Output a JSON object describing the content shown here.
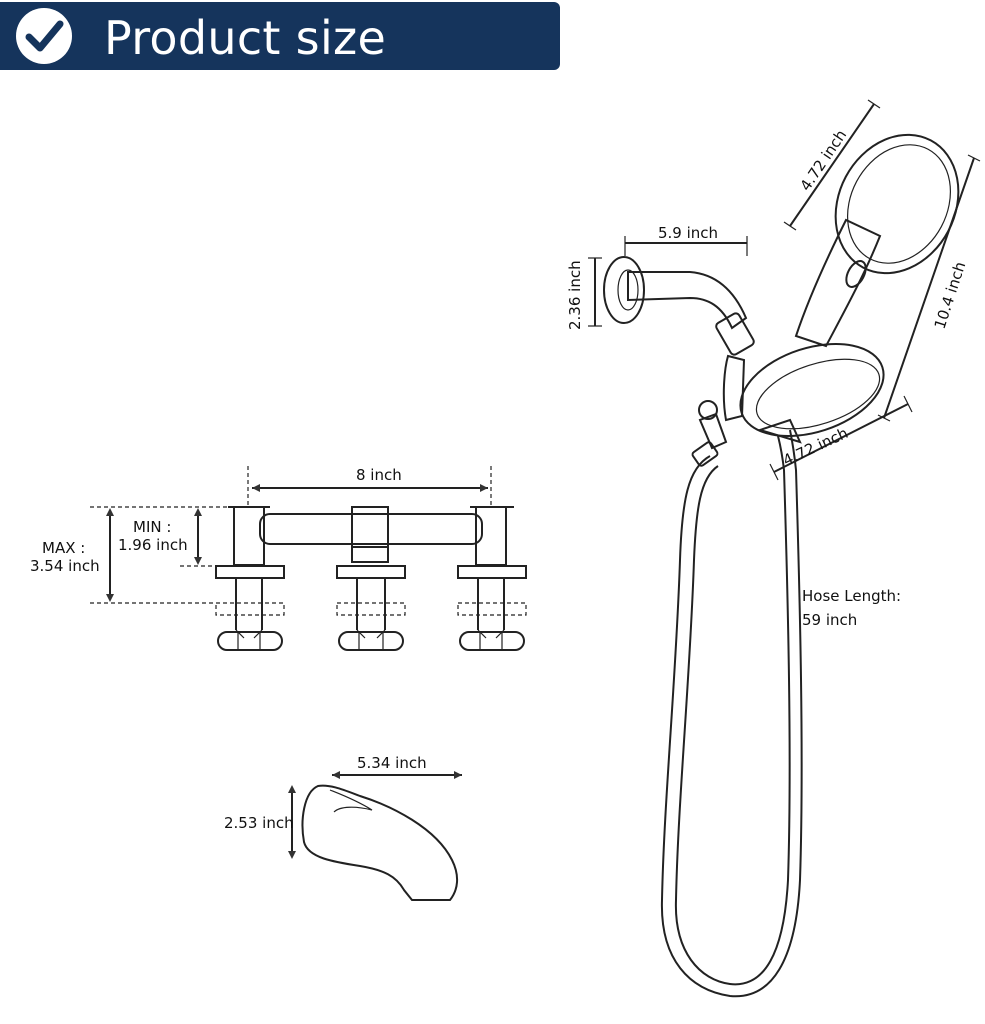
{
  "header": {
    "title": "Product size"
  },
  "dimensions": {
    "shower_arm_length": "5.9 inch",
    "flange_diameter": "2.36 inch",
    "handheld_head_width": "4.72 inch",
    "handheld_length": "10.4 inch",
    "fixed_head_width": "4.72 inch",
    "hose_label": "Hose Length:",
    "hose_value": "59  inch",
    "valve_spread": "8  inch",
    "min_label": "MIN :",
    "min_value": "1.96 inch",
    "max_label": "MAX :",
    "max_value": "3.54 inch",
    "spout_length": "5.34 inch",
    "spout_height": "2.53 inch"
  },
  "colors": {
    "banner": "#15345c",
    "line": "#222222",
    "text": "#111111"
  },
  "icons": {
    "badge": "checkmark-circle-icon"
  }
}
